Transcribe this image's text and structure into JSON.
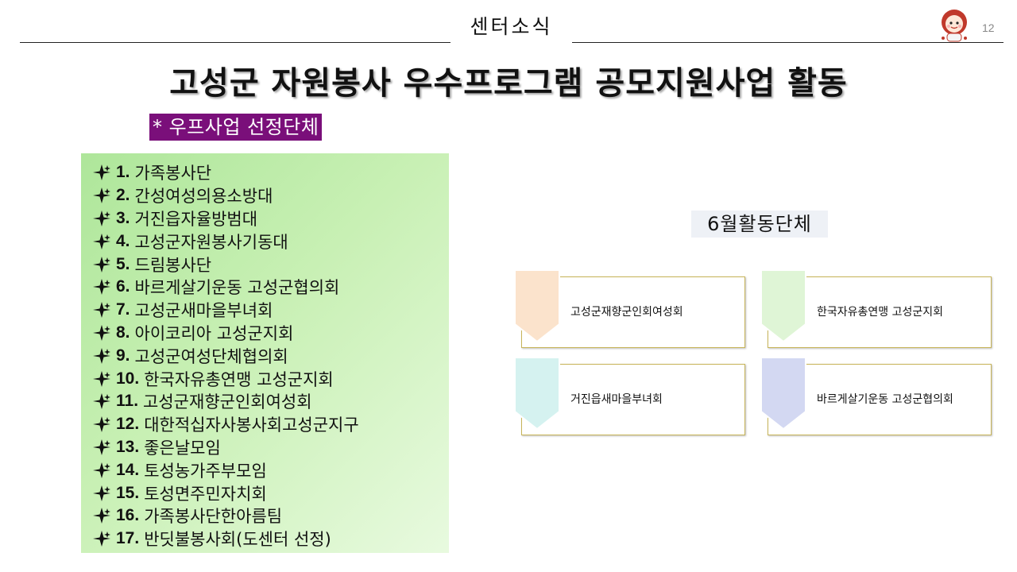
{
  "header": {
    "section_title": "센터소식",
    "page_number": "12",
    "mascot_icon": "mascot-icon"
  },
  "main_title": "고성군 자원봉사 우수프로그램 공모지원사업 활동",
  "selected_badge": "* 우프사업 선정단체",
  "organizations": [
    {
      "num": "1.",
      "name": "가족봉사단"
    },
    {
      "num": "2.",
      "name": "간성여성의용소방대"
    },
    {
      "num": "3.",
      "name": "거진읍자율방범대"
    },
    {
      "num": "4.",
      "name": "고성군자원봉사기동대"
    },
    {
      "num": "5.",
      "name": "드림봉사단"
    },
    {
      "num": "6.",
      "name": "바르게살기운동 고성군협의회"
    },
    {
      "num": "7.",
      "name": "고성군새마을부녀회"
    },
    {
      "num": "8.",
      "name": "아이코리아 고성군지회"
    },
    {
      "num": "9.",
      "name": "고성군여성단체협의회"
    },
    {
      "num": "10.",
      "name": "한국자유총연맹 고성군지회"
    },
    {
      "num": "11.",
      "name": "고성군재향군인회여성회"
    },
    {
      "num": "12.",
      "name": "대한적십자사봉사회고성군지구"
    },
    {
      "num": "13.",
      "name": "좋은날모임"
    },
    {
      "num": "14.",
      "name": "토성농가주부모임"
    },
    {
      "num": "15.",
      "name": "토성면주민자치회"
    },
    {
      "num": "16.",
      "name": "가족봉사단한아름팀"
    },
    {
      "num": "17.",
      "name": "반딧불봉사회(도센터 선정)"
    }
  ],
  "bullet_icon": "four-point-star-icon",
  "june_heading": "6월활동단체",
  "june_groups": [
    {
      "label": "고성군재향군인회여성회",
      "tag_color": "#fbe3cc"
    },
    {
      "label": "한국자유총연맹 고성군지회",
      "tag_color": "#dff5d6"
    },
    {
      "label": "거진읍새마을부녀회",
      "tag_color": "#d5f2f0"
    },
    {
      "label": "바르게살기운동 고성군협의회",
      "tag_color": "#d3d8f2"
    }
  ],
  "colors": {
    "badge_background": "#7a0f7a",
    "panel_green": "#b9ec9f",
    "card_border": "#c7b458"
  }
}
